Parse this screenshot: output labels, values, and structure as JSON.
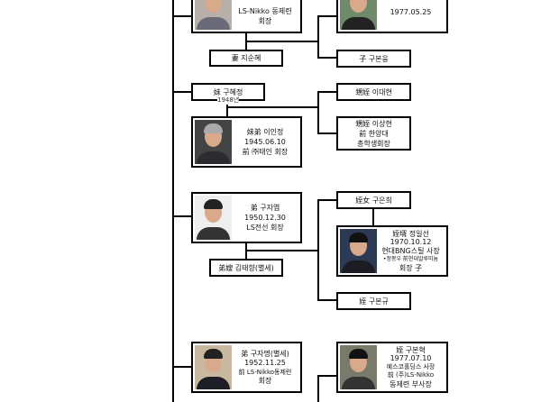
{
  "people": {
    "p1": {
      "lines": [
        "LS-Nikko 동제련",
        "회장"
      ]
    },
    "p2": {
      "lines": [
        "1977.05.25"
      ]
    },
    "wife1": {
      "label": "妻 지순혜"
    },
    "son1": {
      "label": "子 구본웅"
    },
    "sister": {
      "label": "妹 구혜정",
      "year": "1948년"
    },
    "nephew1": {
      "label": "甥姪 이대현"
    },
    "nephew2": {
      "lines": [
        "甥姪 이상현",
        "前 한양대",
        "총학생회장"
      ]
    },
    "brotherinlaw": {
      "lines": [
        "妹弟 이인정",
        "1945.06.10",
        "前 ㈜태인 회장"
      ]
    },
    "brother1": {
      "lines": [
        "弟 구자엽",
        "1950.12.30",
        "LS전선 회장"
      ]
    },
    "sisterinlaw": {
      "label": "弟嫂 김태향(별세)"
    },
    "niece": {
      "label": "姪女 구은희"
    },
    "nieceHusband": {
      "lines": [
        "姪壻 정일선",
        "1970.10.12",
        "현대BNG스틸 사장",
        "•정몽우 前현대알루미늄",
        "회장 子"
      ]
    },
    "nephew3": {
      "label": "姪 구본규"
    },
    "brother2": {
      "lines": [
        "弟 구자명(별세)",
        "1952.11.25",
        "前 LS-Nikko동제련",
        "회장"
      ]
    },
    "nephew4": {
      "lines": [
        "姪 구본혁",
        "1977.07.10",
        "예스코홀딩스 사장",
        "前 (주)LS-Nikko",
        "동제련 부사장"
      ]
    }
  }
}
